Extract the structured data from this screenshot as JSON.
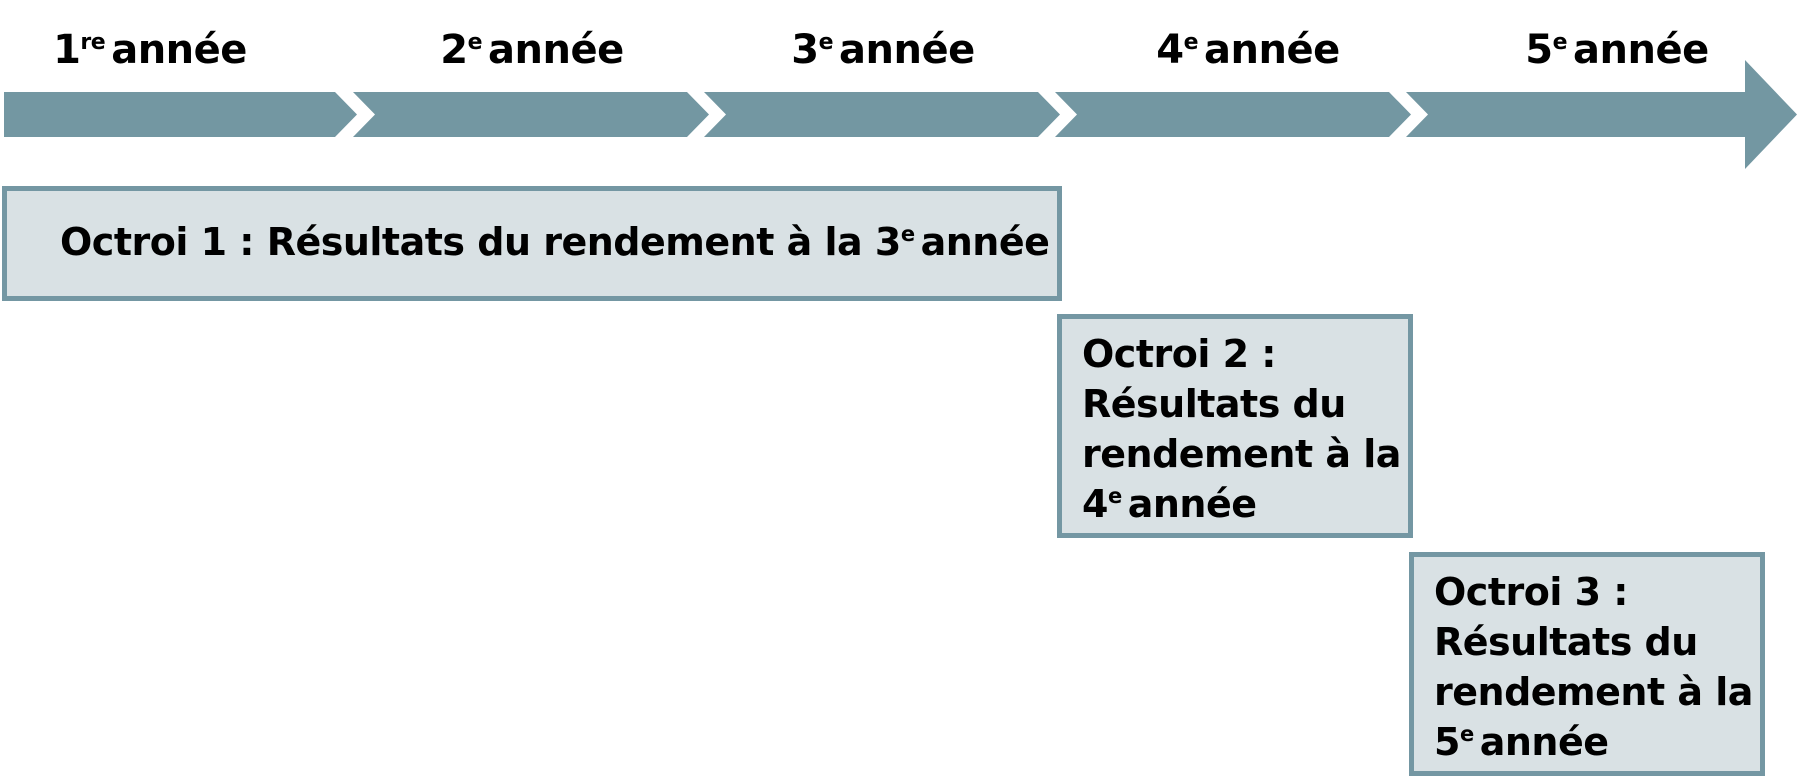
{
  "timeline": {
    "arrow_color": "#7397a2",
    "years": [
      {
        "num": "1",
        "sup": "re",
        "word": "année"
      },
      {
        "num": "2",
        "sup": "e",
        "word": "année"
      },
      {
        "num": "3",
        "sup": "e",
        "word": "année"
      },
      {
        "num": "4",
        "sup": "e",
        "word": "année"
      },
      {
        "num": "5",
        "sup": "e",
        "word": "année"
      }
    ]
  },
  "grants": {
    "border_color": "#7497a3",
    "fill_color": "#d9e1e4",
    "g1": {
      "label": "Octroi 1 :",
      "text": "Résultats du rendement à la",
      "num": "3",
      "sup": "e",
      "word": "année"
    },
    "g2": {
      "label": "Octroi 2 :",
      "line1": "Résultats du",
      "line2": "rendement à la",
      "num": "4",
      "sup": "e",
      "word": "année"
    },
    "g3": {
      "label": "Octroi 3 :",
      "line1": "Résultats du",
      "line2": "rendement à la",
      "num": "5",
      "sup": "e",
      "word": "année"
    }
  }
}
